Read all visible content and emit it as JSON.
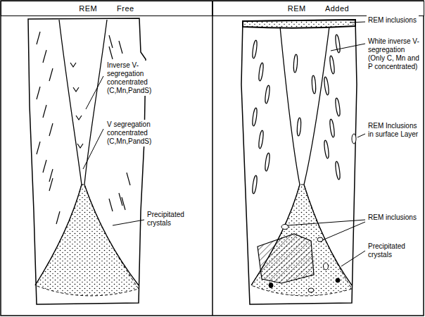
{
  "diagram": {
    "nodes": [
      {
        "text": [
          "REM Free"
        ]
      },
      {
        "text": [
          "REM Added"
        ]
      }
    ],
    "labels": [
      "Inverse V- segregation concentrated (C,Mn,PandS)",
      "V segregation concentrated (C,Mn,PandS)",
      "Precipitated crystals",
      "REM inclusions",
      "White inverse V- segregation (Only C, Mn and P concentrated)",
      "REM Inclusions in surface Layer",
      "REM inclusions",
      "Precipitated crystals"
    ]
  }
}
